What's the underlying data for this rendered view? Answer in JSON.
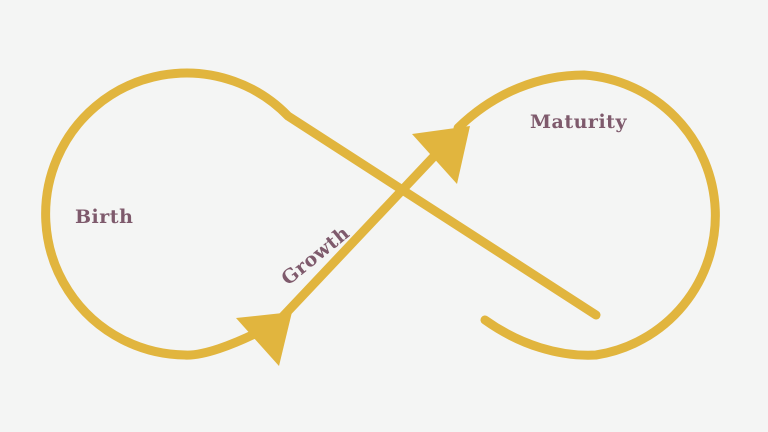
{
  "colors": {
    "background": "#f4f5f4",
    "loop": "#e1b53e",
    "label": "#7e5a6c"
  },
  "stages": [
    {
      "key": "birth",
      "label": "Birth"
    },
    {
      "key": "growth",
      "label": "Growth"
    },
    {
      "key": "maturity",
      "label": "Maturity"
    }
  ]
}
